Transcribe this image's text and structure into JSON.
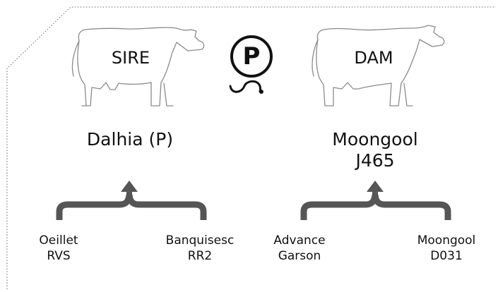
{
  "sire": {
    "label": "SIRE",
    "name": "Dalhia (P)",
    "parents": [
      {
        "line1": "Oeillet",
        "line2": "RVS"
      },
      {
        "line1": "Banquisesc",
        "line2": "RR2"
      }
    ]
  },
  "dam": {
    "label": "DAM",
    "name_line1": "Moongool",
    "name_line2": "J465",
    "parents": [
      {
        "line1": "Advance",
        "line2": "Garson"
      },
      {
        "line1": "Moongool",
        "line2": "D031"
      }
    ]
  },
  "poll_symbol": "P",
  "colors": {
    "bracket": "#555555",
    "cow_outline": "#8a8a8a",
    "border": "#666666"
  }
}
